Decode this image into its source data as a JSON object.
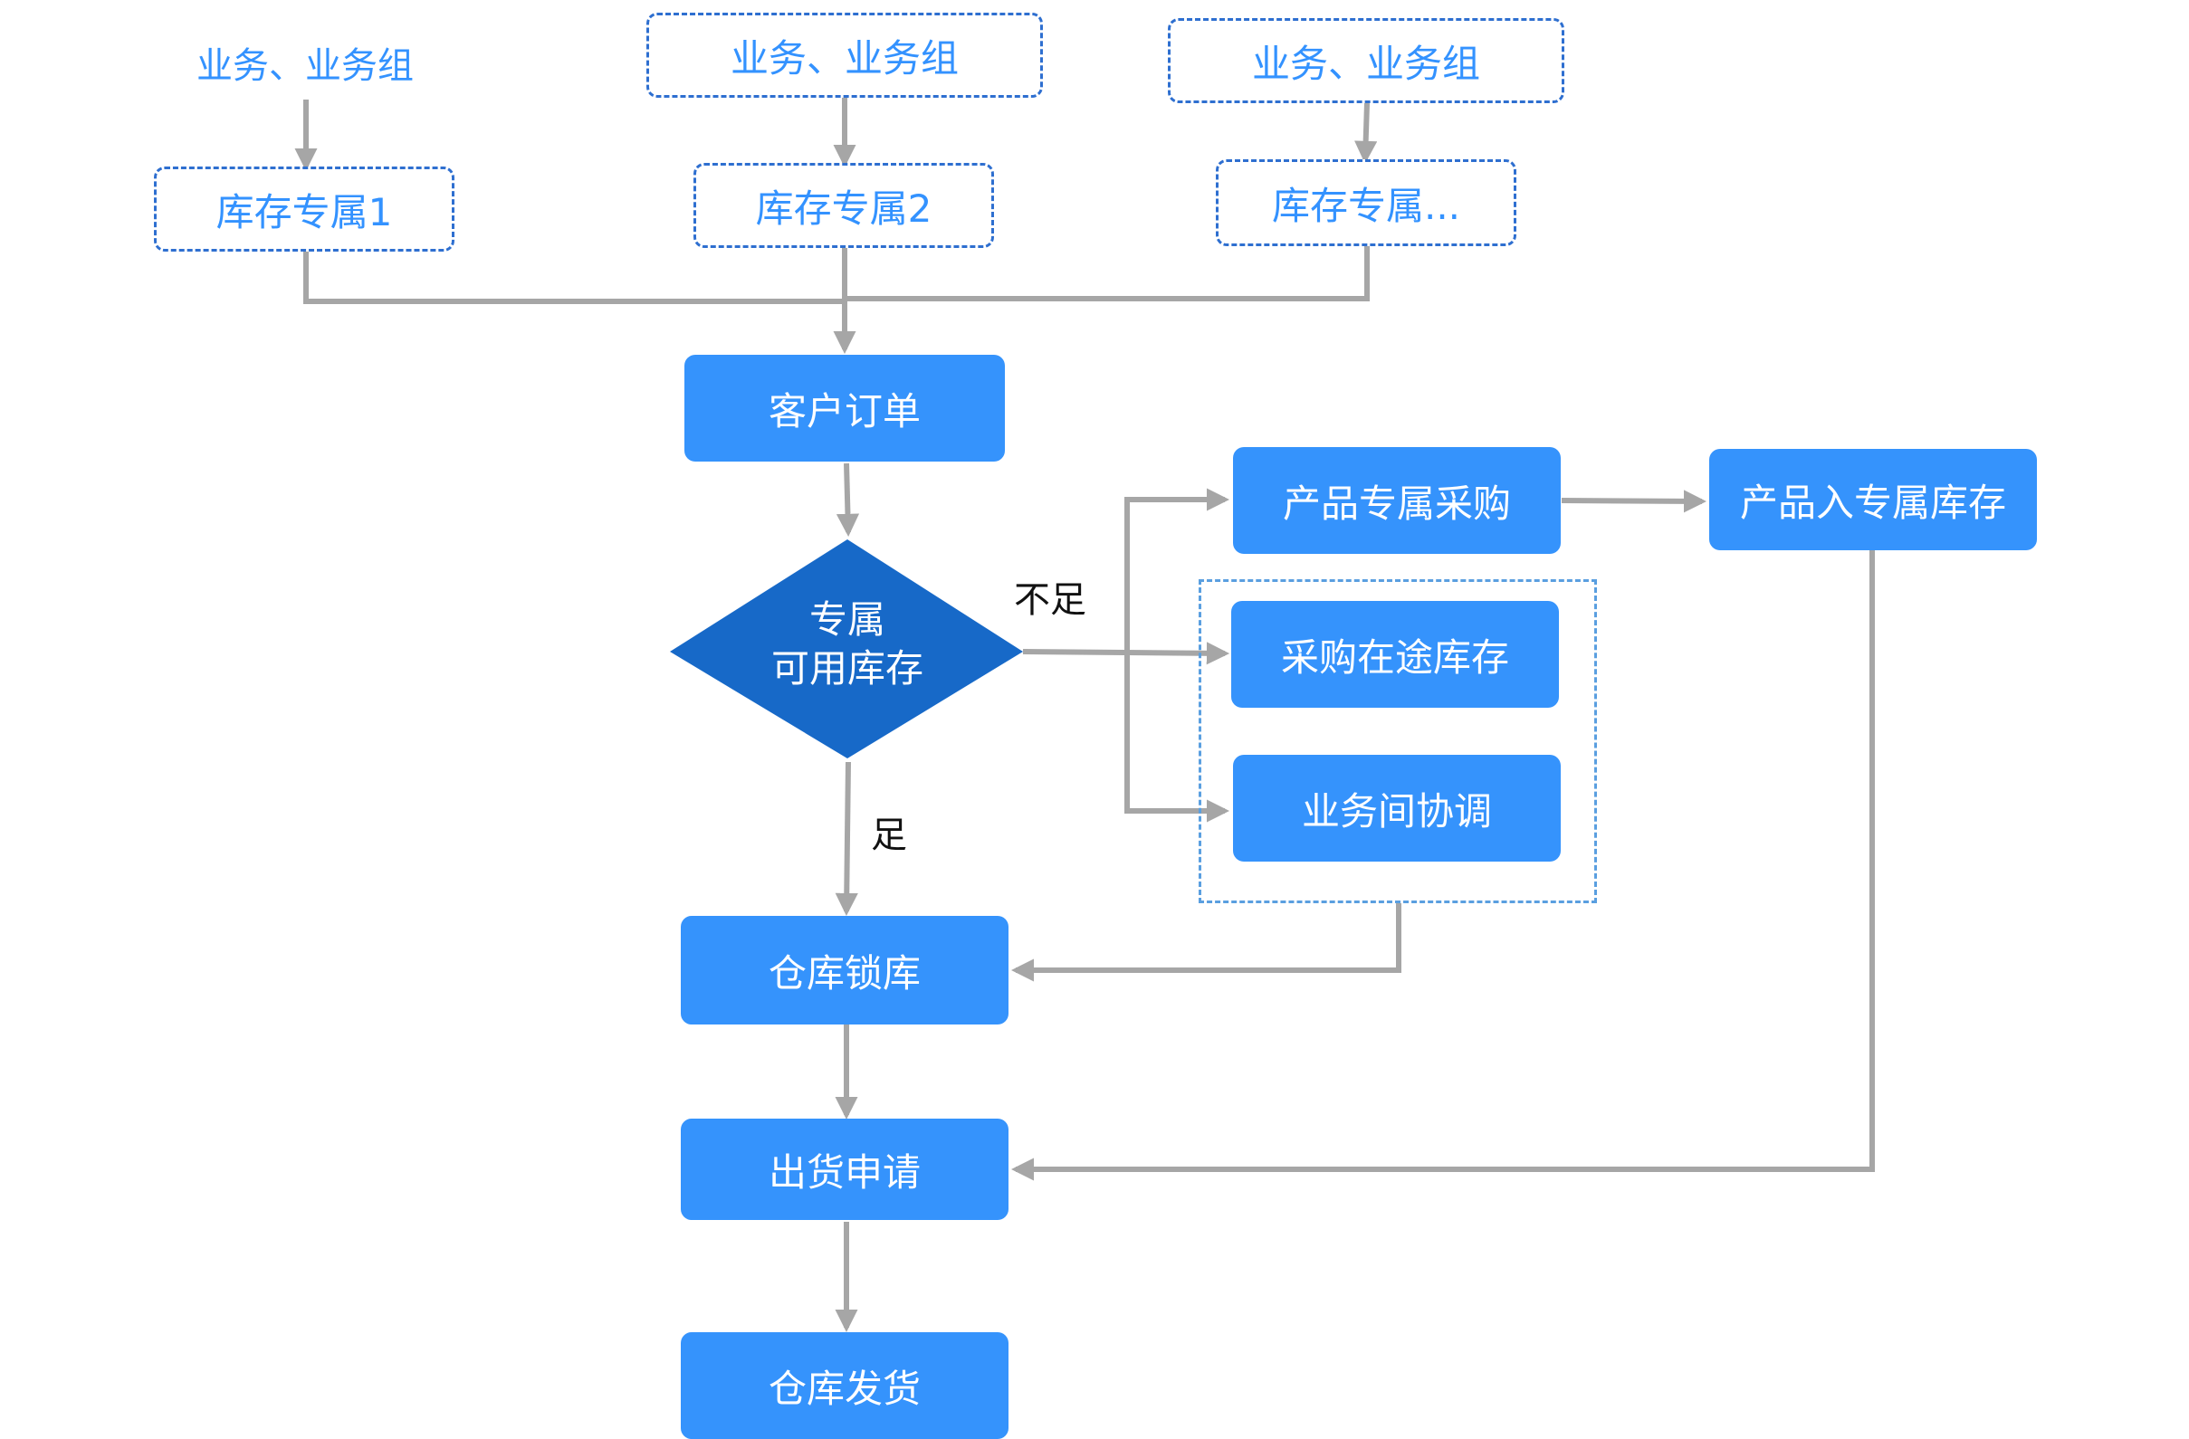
{
  "diagram": {
    "business_groups": [
      {
        "label": "业务、业务组"
      },
      {
        "label": "业务、业务组"
      },
      {
        "label": "业务、业务组"
      }
    ],
    "dedicated_stocks": [
      {
        "label": "库存专属1"
      },
      {
        "label": "库存专属2"
      },
      {
        "label": "库存专属..."
      }
    ],
    "customer_order": "客户订单",
    "decision": {
      "line1": "专属",
      "line2": "可用库存"
    },
    "insufficient_label": "不足",
    "sufficient_label": "足",
    "options": {
      "dedicated_purchase": "产品专属采购",
      "in_transit_stock": "采购在途库存",
      "business_coordination": "业务间协调"
    },
    "product_inbound": "产品入专属库存",
    "warehouse_lock": "仓库锁库",
    "shipment_request": "出货申请",
    "warehouse_ship": "仓库发货",
    "colors": {
      "primary": "#3593fc",
      "diamond": "#1769c8",
      "connector": "#a6a6a6",
      "dashed_border": "#2e6fd0",
      "text_blue": "#3392ff"
    }
  }
}
